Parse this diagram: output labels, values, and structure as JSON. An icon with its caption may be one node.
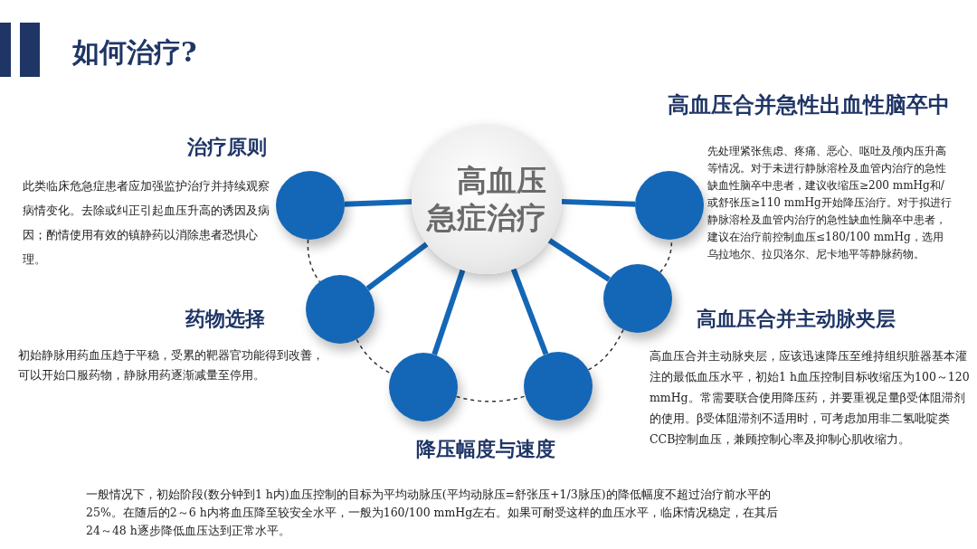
{
  "diagram": {
    "title": "如何治疗?",
    "nodes": [
      {
        "text": [
          "高血压急症治疗"
        ]
      },
      {
        "text": [],
        "shape": "circle"
      },
      {
        "text": [],
        "shape": "circle"
      },
      {
        "text": [],
        "shape": "circle"
      },
      {
        "text": [],
        "shape": "circle"
      },
      {
        "text": [],
        "shape": "circle"
      },
      {
        "text": [],
        "shape": "circle"
      }
    ],
    "edges": [
      {
        "from": 0,
        "to": 1,
        "arrow": "none"
      },
      {
        "from": 0,
        "to": 2,
        "arrow": "none"
      },
      {
        "from": 0,
        "to": 3,
        "arrow": "none"
      },
      {
        "from": 0,
        "to": 4,
        "arrow": "none"
      },
      {
        "from": 0,
        "to": 5,
        "arrow": "none"
      },
      {
        "from": 0,
        "to": 6,
        "arrow": "none"
      },
      {
        "from": 1,
        "to": 2,
        "arrow": "none",
        "style": "dashed",
        "color": "#333333"
      },
      {
        "from": 2,
        "to": 3,
        "arrow": "none",
        "style": "dashed",
        "color": "#333333"
      },
      {
        "from": 3,
        "to": 4,
        "arrow": "none",
        "style": "dashed",
        "color": "#333333"
      },
      {
        "from": 4,
        "to": 5,
        "arrow": "none",
        "style": "dashed",
        "color": "#333333"
      },
      {
        "from": 5,
        "to": 6,
        "arrow": "none",
        "style": "dashed",
        "color": "#333333"
      }
    ],
    "labels": [
      "高血压合并急性出血性脑卒中",
      "治疗原则",
      "先处理紧张焦虑、疼痛、恶心、呕吐及颅内压升高等情况。对于未进行静脉溶栓及血管内治疗的急性缺血性脑卒中患者，建议收缩压≥200 mmHg和/或舒张压≥110 mmHg开始降压治疗。对于拟进行静脉溶栓及血管内治疗的急性缺血性脑卒中患者，建议在治疗前控制血压≤180/100 mmHg，选用乌拉地尔、拉贝洛尔、尼卡地平等静脉药物。",
      "此类临床危急症患者应加强监护治疗并持续观察病情变化。去除或纠正引起血压升高的诱因及病因；酌情使用有效的镇静药以消除患者恐惧心理。",
      "药物选择",
      "高血压合并主动脉夹层",
      "初始静脉用药血压趋于平稳，受累的靶器官功能得到改善，可以开始口服药物，静脉用药逐渐减量至停用。",
      "高血压合并主动脉夹层，应该迅速降压至维持组织脏器基本灌注的最低血压水平，初始1 h血压控制目标收缩压为100～120 mmHg。常需要联合使用降压药，并要重视足量β受体阻滞剂的使用。β受体阻滞剂不适用时，可考虑加用非二氢吡啶类CCB控制血压，兼顾控制心率及抑制心肌收缩力。",
      "降压幅度与速度",
      "一般情况下，初始阶段(数分钟到1 h内)血压控制的目标为平均动脉压(平均动脉压=舒张压+1/3脉压)的降低幅度不超过治疗前水平的25%。在随后的2～6 h内将血压降至较安全水平，一般为160/100 mmHg左右。如果可耐受这样的血压水平，临床情况稳定，在其后24～48 h逐步降低血压达到正常水平。"
    ]
  }
}
